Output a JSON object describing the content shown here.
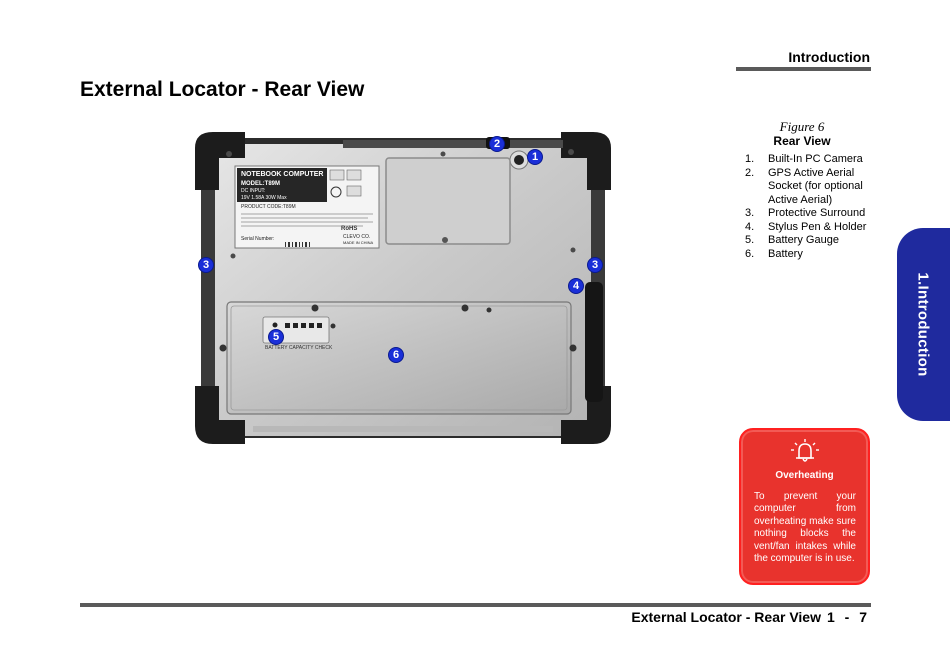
{
  "header": {
    "section": "Introduction"
  },
  "page_title": "External Locator - Rear View",
  "figure": {
    "caption_label": "Figure 6",
    "caption_title": "Rear View",
    "markers": [
      "1",
      "2",
      "3",
      "3",
      "4",
      "5",
      "6"
    ],
    "label": {
      "l1": "NOTEBOOK COMPUTER",
      "l2": "MODEL:T89M",
      "l3": "DC INPUT:",
      "l4": "19V  1.58A  30W Max",
      "l5": "PRODUCT CODE:T89M",
      "l6": "Serial Number:",
      "l7": "CLEVO CO.",
      "l8": "MADE IN CHINA",
      "rohs": "RoHS"
    },
    "gauge_label": "BATTERY CAPACITY CHECK"
  },
  "legend": [
    {
      "num": "1.",
      "text": "Built-In PC Camera"
    },
    {
      "num": "2.",
      "text": "GPS Active Aerial Socket (for optional Active Aerial)"
    },
    {
      "num": "3.",
      "text": "Protective Surround"
    },
    {
      "num": "4.",
      "text": "Stylus Pen & Holder"
    },
    {
      "num": "5.",
      "text": "Battery Gauge"
    },
    {
      "num": "6.",
      "text": "Battery"
    }
  ],
  "side_tab": {
    "label": "1.Introduction"
  },
  "warning": {
    "icon": "overheating-warning-icon",
    "title": "Overheating",
    "text": "To prevent your computer from overheating make sure nothing blocks the vent/fan intakes while the computer is in use."
  },
  "footer": {
    "title": "External Locator - Rear View",
    "page": "1 - 7"
  },
  "colors": {
    "accent_blue": "#1f2a9e",
    "marker_blue": "#1a2fd8",
    "warning_red": "#e8332d",
    "rule_gray": "#5a5a5a"
  }
}
